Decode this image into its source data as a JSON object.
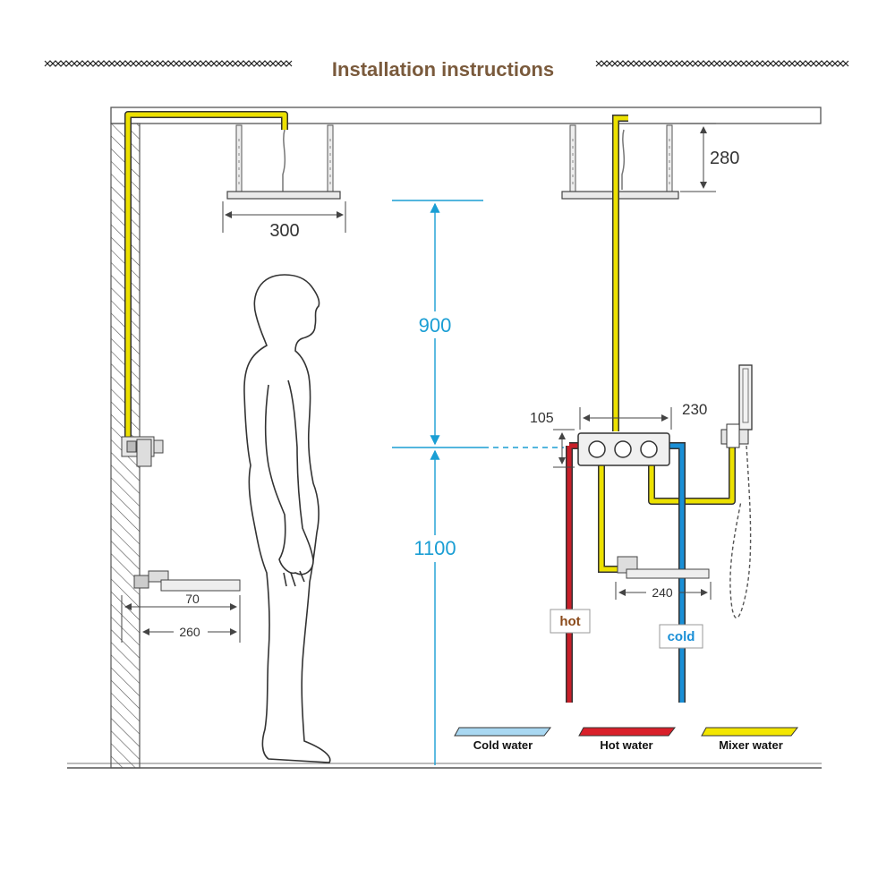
{
  "title": "Installation instructions",
  "dimensions": {
    "shower_head_width": "300",
    "ceiling_drop": "280",
    "head_above_valve": "900",
    "valve_height": "1100",
    "valve_offset": "105",
    "valve_to_handshower": "230",
    "spout_side": "240",
    "spout_small": "70",
    "spout_from_wall": "260"
  },
  "pipe_labels": {
    "hot": "hot",
    "cold": "cold"
  },
  "legend": [
    {
      "label": "Cold water",
      "color": "#a9d8f2"
    },
    {
      "label": "Hot water",
      "color": "#d9202a"
    },
    {
      "label": "Mixer water",
      "color": "#f3e600"
    }
  ],
  "colors": {
    "title": "#7a5a3c",
    "cold_pipe": "#1a8fd6",
    "hot_pipe": "#c81e28",
    "mixer_pipe": "#ece100",
    "dimension_blue": "#1a9ed4"
  }
}
